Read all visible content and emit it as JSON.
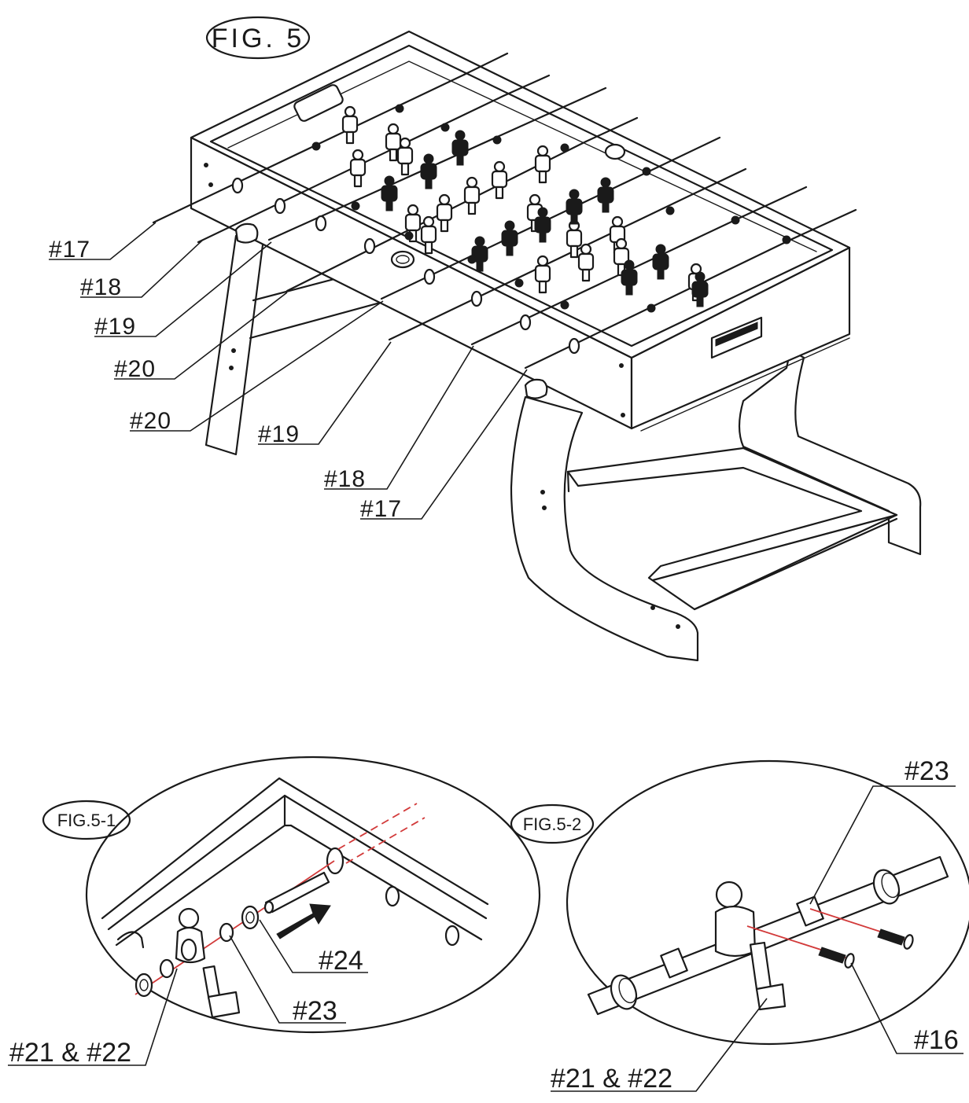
{
  "figures": {
    "main": "FIG. 5",
    "detail1": "FIG.5-1",
    "detail2": "FIG.5-2"
  },
  "main_labels": {
    "l17a": "#17",
    "l18a": "#18",
    "l19a": "#19",
    "l20a": "#20",
    "l20b": "#20",
    "l19b": "#19",
    "l18b": "#18",
    "l17b": "#17"
  },
  "detail1_labels": {
    "l24": "#24",
    "l23": "#23",
    "l2122": "#21 & #22"
  },
  "detail2_labels": {
    "l23": "#23",
    "l16": "#16",
    "l2122": "#21 & #22"
  }
}
